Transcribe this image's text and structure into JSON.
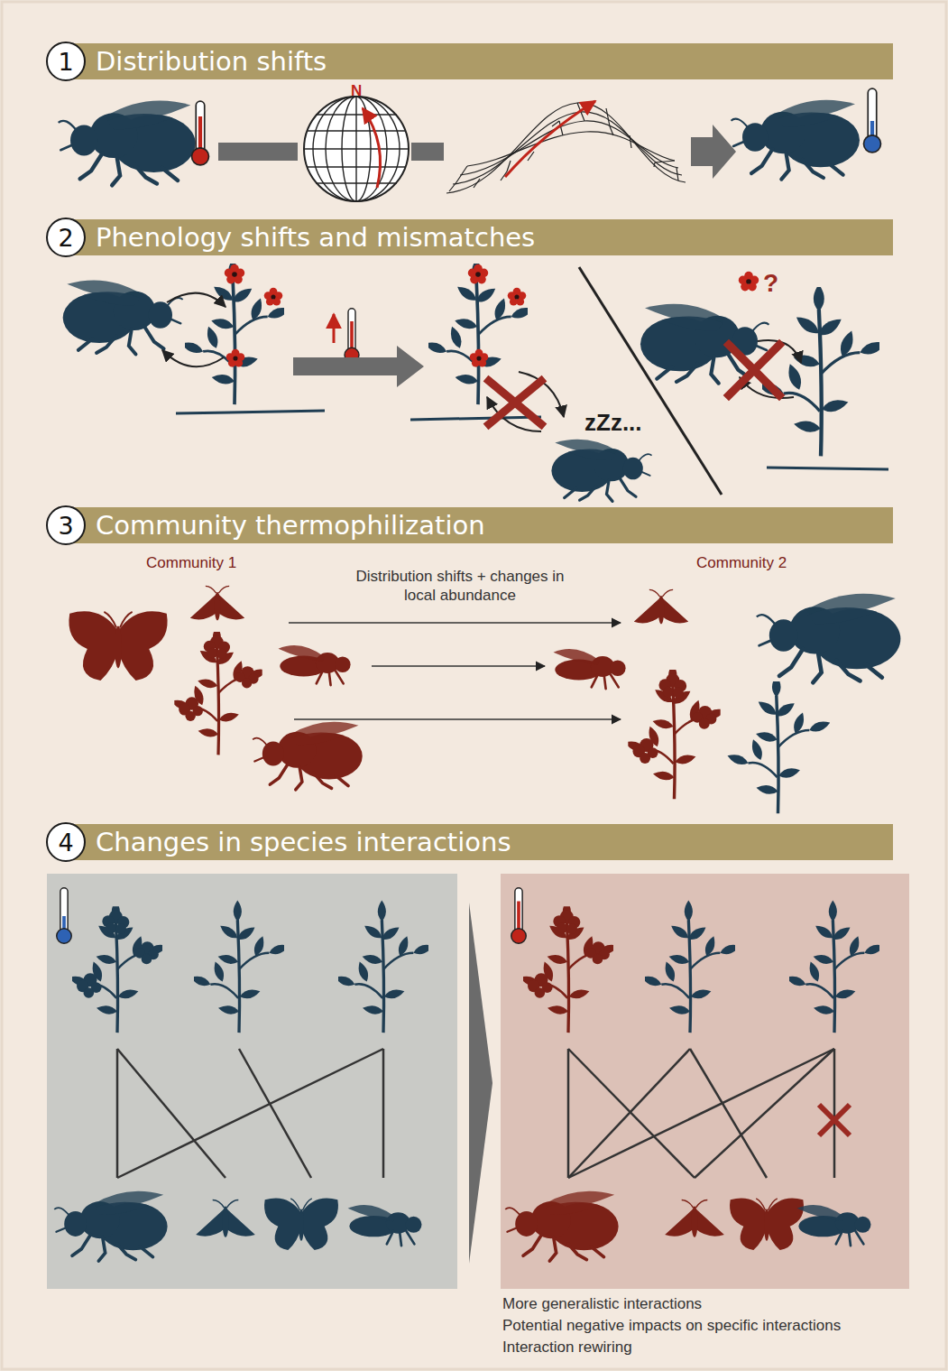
{
  "diagram": {
    "nodes": [
      {
        "text": [
          "Distribution shifts"
        ]
      },
      {
        "text": [
          "1"
        ],
        "in": 0
      },
      {
        "text": [
          "Phenology shifts and mismatches"
        ]
      },
      {
        "text": [
          "2"
        ],
        "in": 2
      },
      {
        "text": [
          "Community thermophilization"
        ]
      },
      {
        "text": [
          "3"
        ],
        "in": 4
      },
      {
        "text": [
          "Changes in species interactions"
        ]
      },
      {
        "text": [
          "4"
        ],
        "in": 6
      }
    ],
    "labels": [
      "N",
      "zZz...",
      "?",
      "Community 1",
      "Distribution shifts + changes in local abundance",
      "Community 2",
      "More generalistic interactions",
      "Potential negative impacts on specific interactions",
      "Interaction rewiring"
    ]
  }
}
